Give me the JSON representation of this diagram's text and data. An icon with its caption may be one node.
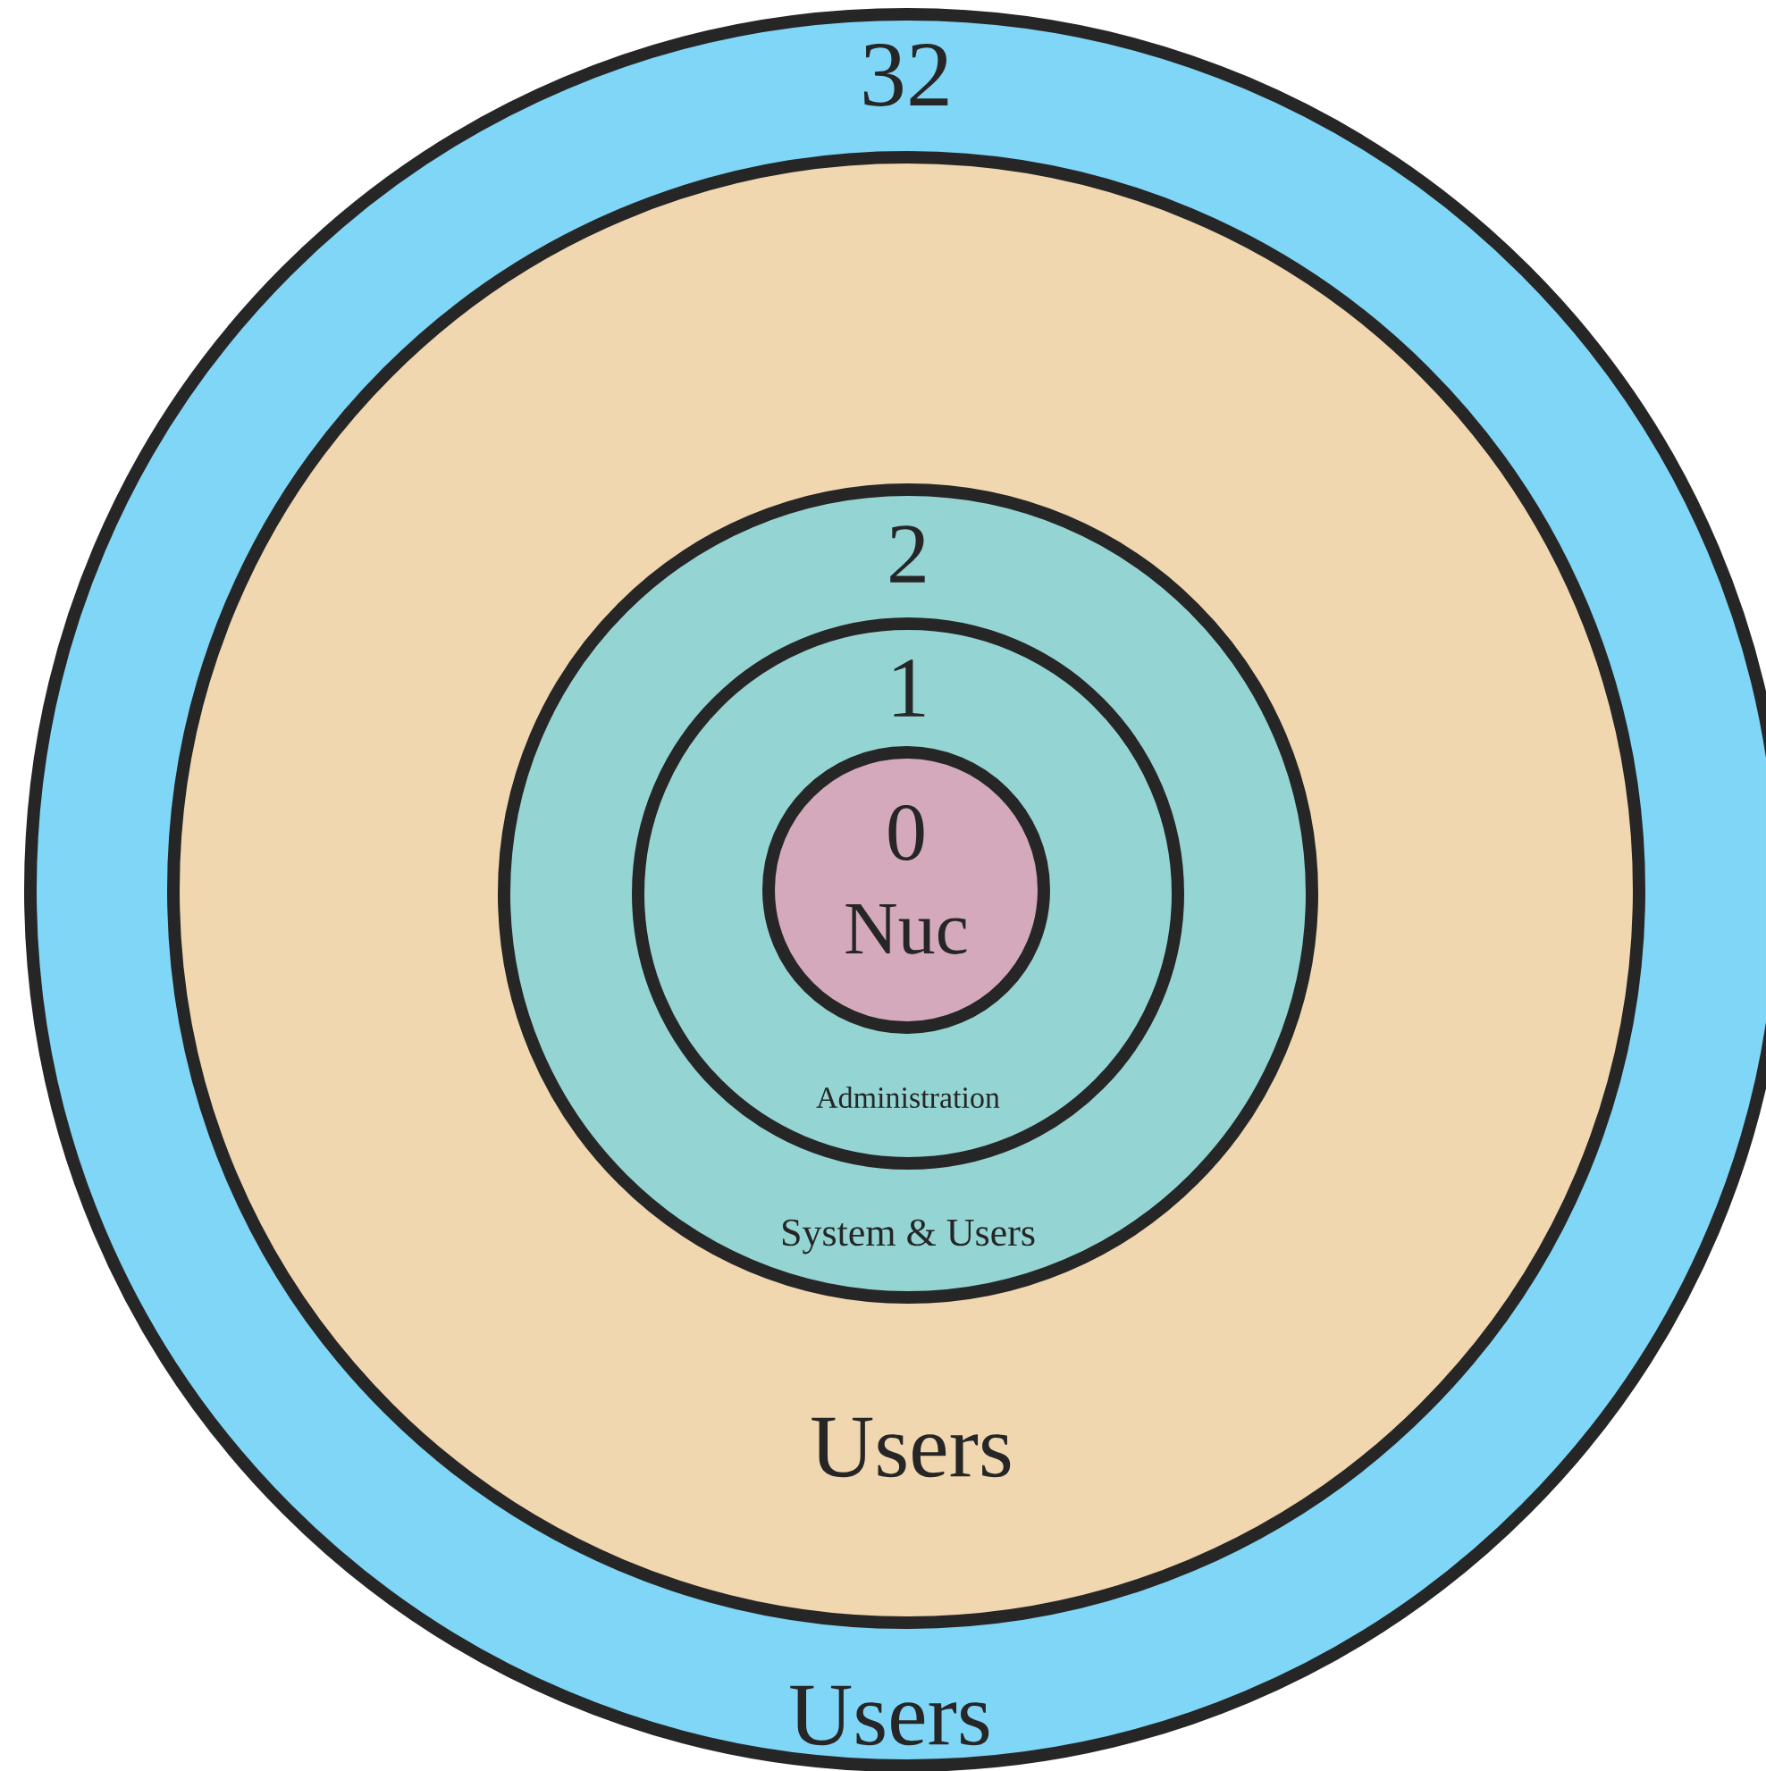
{
  "diagram": {
    "nodes": [
      {
        "text": [
          "32",
          "Users"
        ]
      },
      {
        "text": [
          "Users"
        ],
        "in": 0
      },
      {
        "text": [
          "2",
          "System & Users"
        ],
        "in": 1
      },
      {
        "text": [
          "1",
          "Administration"
        ],
        "in": 2
      },
      {
        "text": [
          "0",
          "Nuc"
        ],
        "in": 3
      }
    ]
  }
}
